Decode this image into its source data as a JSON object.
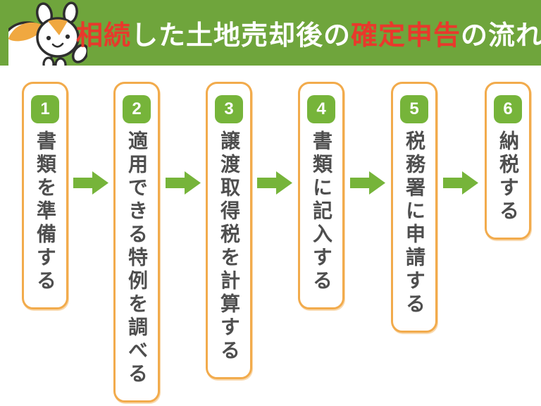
{
  "header": {
    "full_title": "相続した土地売却後の確定申告の流れ",
    "title_segments": [
      {
        "text": "相続",
        "emphasis": true
      },
      {
        "text": "した土地売却後の",
        "emphasis": false
      },
      {
        "text": "確定申告",
        "emphasis": true
      },
      {
        "text": "の流れ",
        "emphasis": false
      }
    ],
    "mascot": "hamster-mascot"
  },
  "steps": [
    {
      "number": "1",
      "label": "書類を準備する"
    },
    {
      "number": "2",
      "label": "適用できる特例を調べる"
    },
    {
      "number": "3",
      "label": "譲渡取得税を計算する"
    },
    {
      "number": "4",
      "label": "書類に記入する"
    },
    {
      "number": "5",
      "label": "税務署に申請する"
    },
    {
      "number": "6",
      "label": "納税する"
    }
  ],
  "arrows": {
    "count": 5,
    "direction": "right"
  },
  "colors": {
    "header_green": "#6FA53C",
    "accent_green": "#76B43A",
    "box_border_orange": "#F2AB4C",
    "step_text_gray": "#4E4E4E",
    "title_red": "#E8392C",
    "title_white": "#FFFFFF",
    "mascot_patch_orange": "#F0A840",
    "background": "#FFFFFF"
  }
}
